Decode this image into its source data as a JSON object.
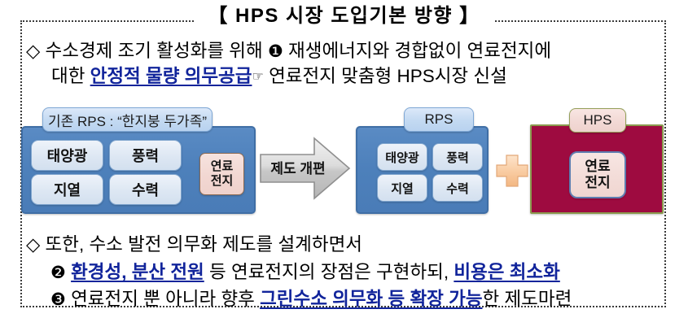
{
  "title": "【 HPS 시장 도입기본 방향 】",
  "paragraphs": {
    "bullet1_line1_pre": "◇ 수소경제 조기 활성화를 위해 ",
    "bullet1_num": "❶",
    "bullet1_line1_post": " 재생에너지와 경합없이 연료전지에",
    "bullet1_line2_pre": "대한 ",
    "bullet1_line2_underline": "안정적 물량 의무공급",
    "bullet1_hand": "☞",
    "bullet1_line2_post": " 연료전지 맞춤형 HPS시장 신설",
    "bullet2": "◇ 또한, 수소 발전 의무화 제도를 설계하면서",
    "item2_num": "❷",
    "item2_underline_a": "환경성, 분산 전원",
    "item2_mid": " 등 연료전지의 장점은 구현하되, ",
    "item2_underline_b": "비용은 최소화",
    "item3_num": "❸",
    "item3_pre": "연료전지 뿐 아니라 향후 ",
    "item3_underline": "그린수소 의무화 등 확장 가능",
    "item3_post": "한 제도마련"
  },
  "diagram": {
    "left_panel": {
      "tab_label": "기존 RPS : “한지붕 두가족”",
      "chips": [
        "태양광",
        "풍력",
        "지열",
        "수력"
      ],
      "fuel_cell": [
        "연료",
        "전지"
      ]
    },
    "arrow_label": "제도 개편",
    "plus_symbol": "+",
    "right_rps_panel": {
      "tab_label": "RPS",
      "chips": [
        "태양광",
        "풍력",
        "지열",
        "수력"
      ]
    },
    "right_hps_panel": {
      "tab_label": "HPS",
      "fuel_cell": [
        "연료",
        "전지"
      ]
    }
  },
  "colors": {
    "frame_border": "#3a3a3a",
    "panel_blue": "#4d80bb",
    "panel_red": "#9e0b40",
    "tab_blue": "#c4daf2",
    "tab_pink": "#f2d9d5",
    "chip_blue": "#dde7f3",
    "chip_pink": "#f2d7d2",
    "accent_text_blue": "#11249b",
    "arrow_grey": "#d0d0d0",
    "plus_orange": "#f7c79b",
    "hps_border_olive": "#8a9a4e"
  }
}
